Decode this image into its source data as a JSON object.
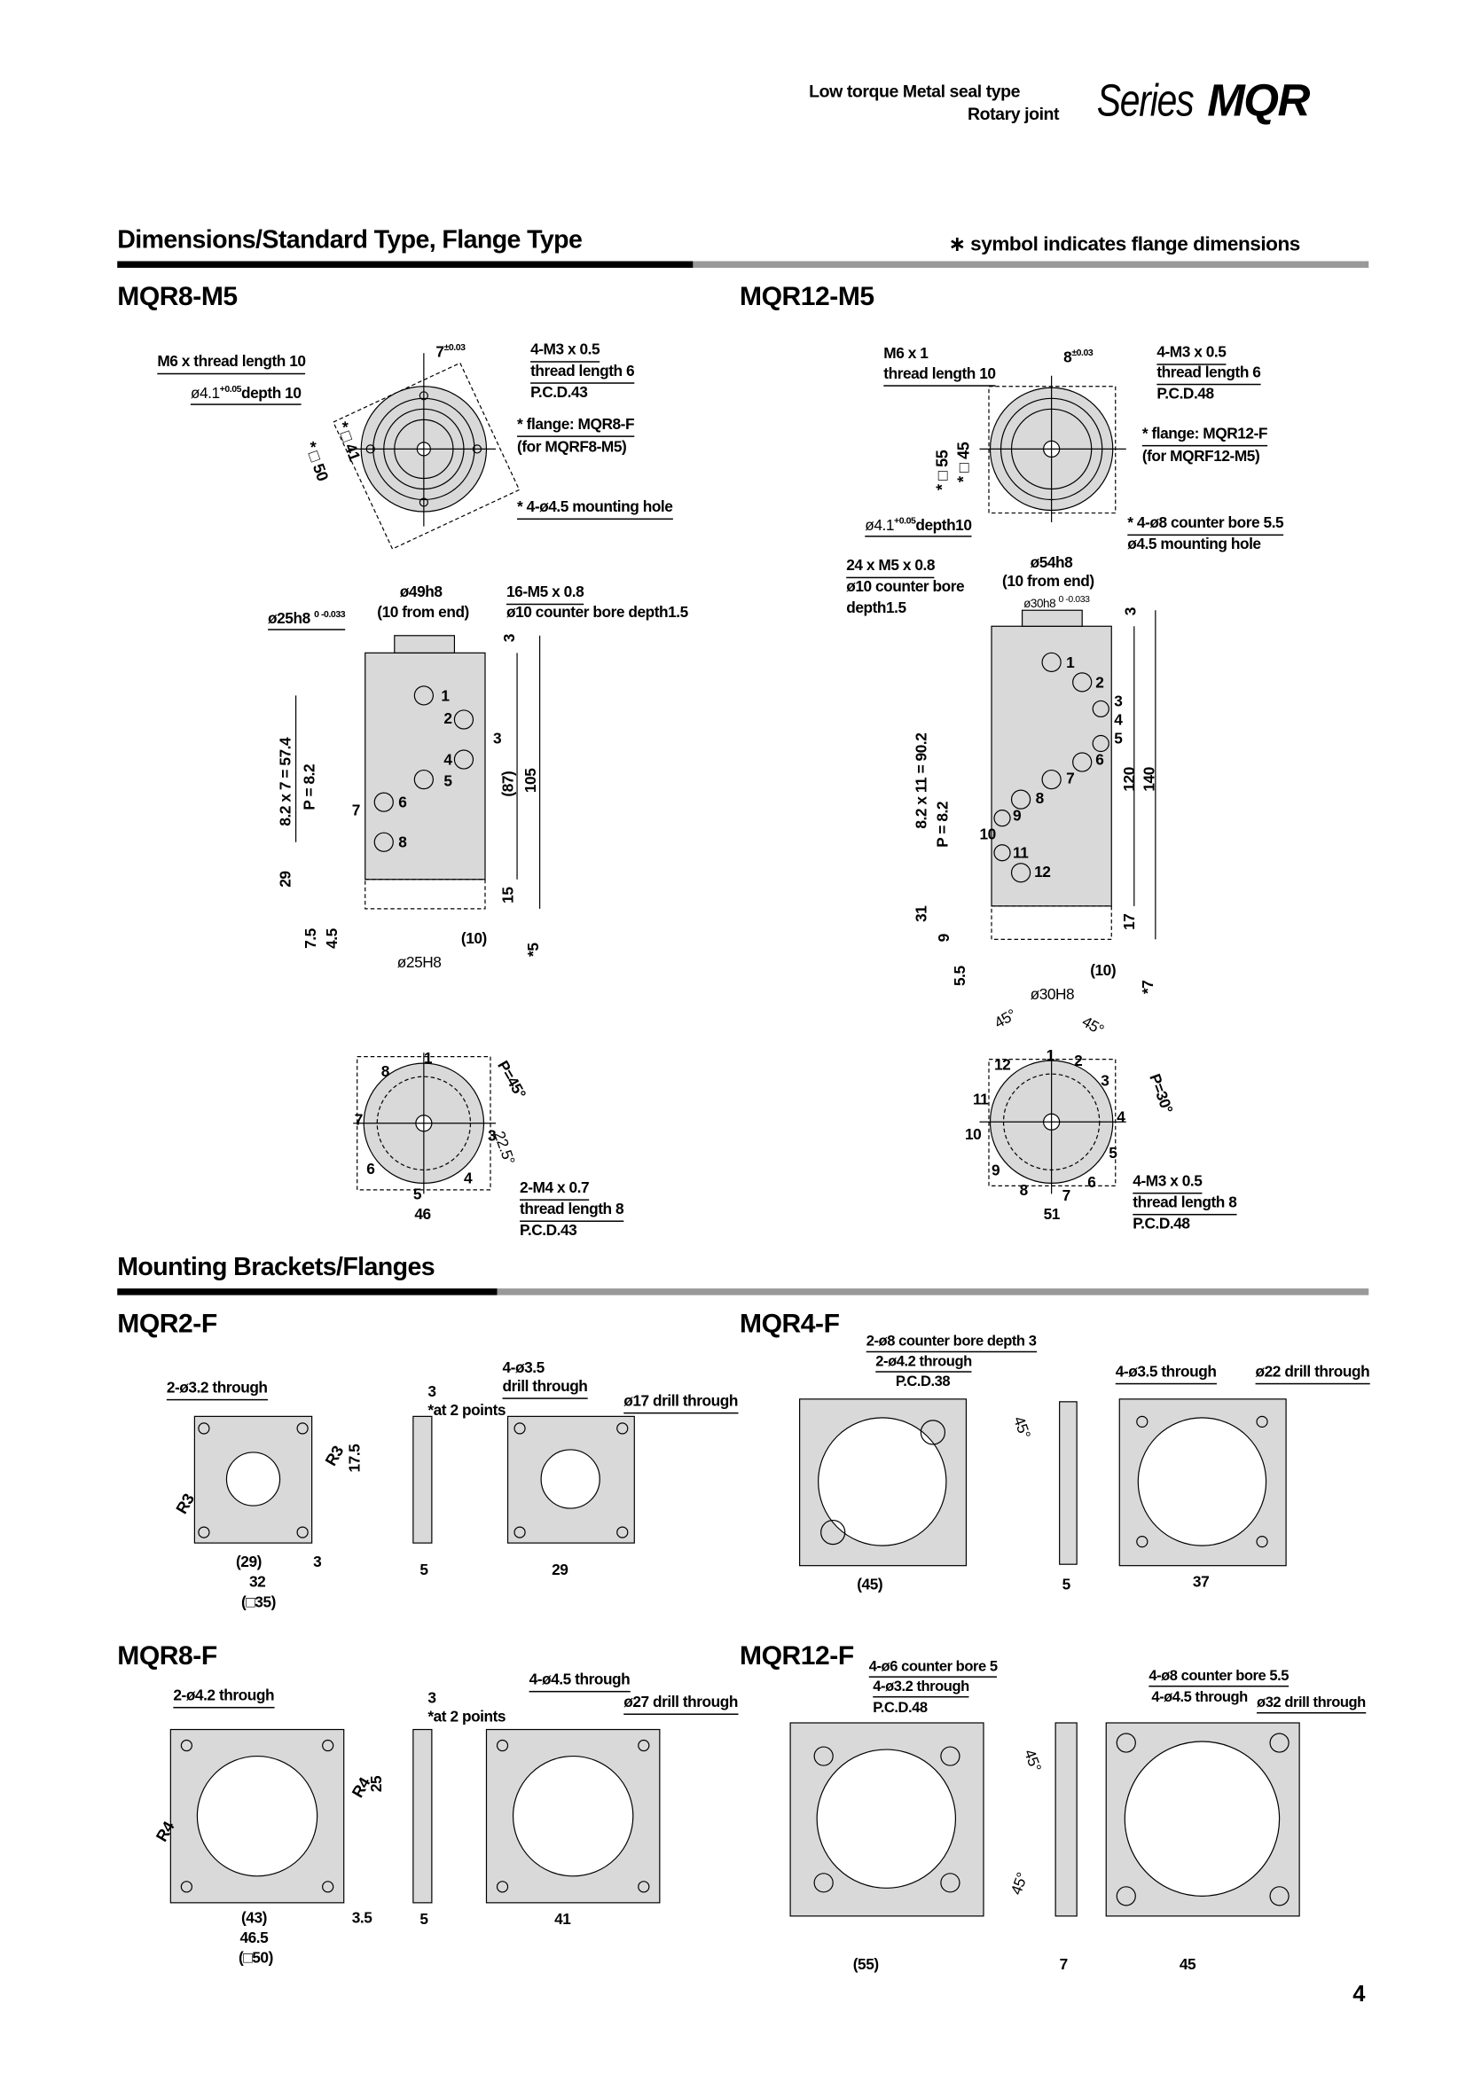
{
  "header": {
    "line1": "Low torque Metal seal type",
    "line2": "Rotary joint",
    "series": "Series",
    "model": "MQR"
  },
  "section1": {
    "title": "Dimensions/Standard Type, Flange Type",
    "note": "∗ symbol indicates flange dimensions"
  },
  "mqr8m5": {
    "title": "MQR8-M5",
    "top": [
      "M6 x thread length 10",
      "ø4.1",
      "+0.05",
      "depth 10",
      "7",
      "±0.03",
      "4-M3 x 0.5",
      "thread length 6",
      "P.C.D.43",
      "* flange: MQR8-F",
      "(for MQRF8-M5)",
      "* 4-ø4.5 mounting hole",
      "* □ 50",
      "* □ 41"
    ],
    "side": [
      "ø25h8",
      "0 -0.033",
      "ø49h8",
      "(10 from end)",
      "16-M5 x 0.8",
      "ø10 counter bore depth1.5",
      "3",
      "(87)",
      "105",
      "15",
      "*5",
      "8.2 x 7 = 57.4",
      "P = 8.2",
      "7",
      "29",
      "7.5",
      "4.5",
      "(10)",
      "ø25H8",
      "3"
    ],
    "ports": [
      "1",
      "2",
      "3",
      "4",
      "5",
      "6",
      "7",
      "8"
    ],
    "bottom": [
      "P=45°",
      "22.5°",
      "46",
      "2-M4 x 0.7",
      "thread length 8",
      "P.C.D.43"
    ]
  },
  "mqr12m5": {
    "title": "MQR12-M5",
    "top": [
      "M6 x 1",
      "thread length 10",
      "8",
      "±0.03",
      "4-M3 x 0.5",
      "thread length 6",
      "P.C.D.48",
      "* flange: MQR12-F",
      "(for MQRF12-M5)",
      "* □ 55",
      "* □ 45",
      "ø4.1",
      "+0.05",
      "depth10",
      "* 4-ø8 counter bore 5.5",
      "ø4.5 mounting hole"
    ],
    "side": [
      "24 x M5 x 0.8",
      "ø10 counter bore",
      "depth1.5",
      "ø54h8",
      "(10 from end)",
      "ø30h8",
      "0 -0.033",
      "3",
      "120",
      "140",
      "8.2 x 11 = 90.2",
      "P = 8.2",
      "10",
      "31",
      "9",
      "5.5",
      "17",
      "(10)",
      "*7",
      "ø30H8"
    ],
    "ports": [
      "1",
      "2",
      "3",
      "4",
      "5",
      "6",
      "7",
      "8",
      "9",
      "10",
      "11",
      "12"
    ],
    "bottom": [
      "45°",
      "45°",
      "P=30°",
      "4-M3 x 0.5",
      "thread length 8",
      "P.C.D.48",
      "51"
    ]
  },
  "section2": {
    "title": "Mounting Brackets/Flanges"
  },
  "mqr2f": {
    "title": "MQR2-F",
    "labels": [
      "2-ø3.2 through",
      "R3",
      "17.5",
      "R3",
      "(29)",
      "3",
      "32",
      "(□35)",
      "3",
      "*at 2 points",
      "5",
      "4-ø3.5",
      "drill through",
      "ø17 drill through",
      "29"
    ]
  },
  "mqr4f": {
    "title": "MQR4-F",
    "labels": [
      "2-ø8 counter bore depth 3",
      "2-ø4.2 through",
      "P.C.D.38",
      "45°",
      "(45)",
      "5",
      "4-ø3.5 through",
      "ø22 drill through",
      "37"
    ]
  },
  "mqr8f": {
    "title": "MQR8-F",
    "labels": [
      "2-ø4.2 through",
      "R4",
      "25",
      "R4",
      "(43)",
      "3.5",
      "46.5",
      "(□50)",
      "3",
      "*at 2 points",
      "5",
      "4-ø4.5 through",
      "ø27 drill through",
      "41"
    ]
  },
  "mqr12f": {
    "title": "MQR12-F",
    "labels": [
      "4-ø6 counter bore 5",
      "4-ø3.2 through",
      "P.C.D.48",
      "45°",
      "45°",
      "(55)",
      "7",
      "4-ø8 counter bore 5.5",
      "4-ø4.5 through",
      "ø32 drill through",
      "45"
    ]
  },
  "page_number": "4"
}
